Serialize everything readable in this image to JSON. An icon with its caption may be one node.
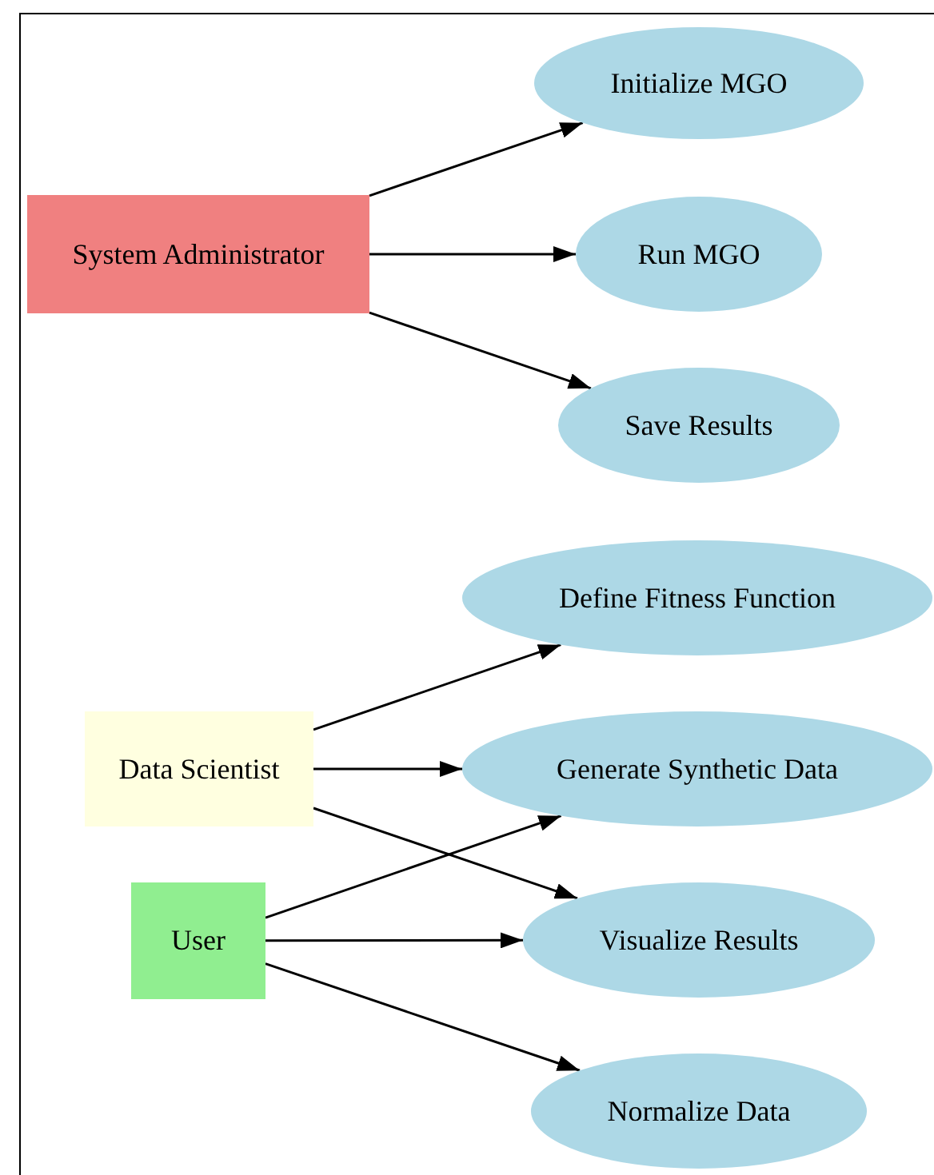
{
  "diagram": {
    "nodes": [
      {
        "text": [
          "System Administrator"
        ]
      },
      {
        "text": [
          "Initialize MGO"
        ]
      },
      {
        "text": [
          "Run MGO"
        ]
      },
      {
        "text": [
          "Save Results"
        ]
      },
      {
        "text": [
          "Define Fitness Function"
        ]
      },
      {
        "text": [
          "Data Scientist"
        ]
      },
      {
        "text": [
          "Generate Synthetic Data"
        ]
      },
      {
        "text": [
          "User"
        ]
      },
      {
        "text": [
          "Visualize Results"
        ]
      },
      {
        "text": [
          "Normalize Data"
        ]
      }
    ],
    "edges": [
      {
        "from": 0,
        "to": 1,
        "arrow": "to"
      },
      {
        "from": 0,
        "to": 2,
        "arrow": "to"
      },
      {
        "from": 0,
        "to": 3,
        "arrow": "to"
      },
      {
        "from": 5,
        "to": 4,
        "arrow": "to"
      },
      {
        "from": 5,
        "to": 6,
        "arrow": "to"
      },
      {
        "from": 5,
        "to": 8,
        "arrow": "to"
      },
      {
        "from": 7,
        "to": 6,
        "arrow": "to"
      },
      {
        "from": 7,
        "to": 8,
        "arrow": "to"
      },
      {
        "from": 7,
        "to": 9,
        "arrow": "to"
      }
    ]
  }
}
